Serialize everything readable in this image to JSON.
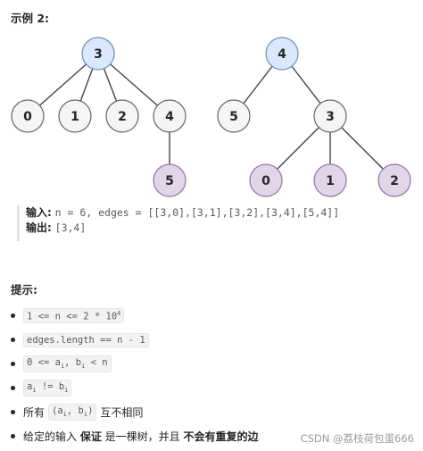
{
  "example_heading": "示例 2:",
  "tree": {
    "nodes": [
      {
        "id": "n3a",
        "label": "3",
        "style": "root"
      },
      {
        "id": "n0a",
        "label": "0",
        "style": "plain"
      },
      {
        "id": "n1a",
        "label": "1",
        "style": "plain"
      },
      {
        "id": "n2a",
        "label": "2",
        "style": "plain"
      },
      {
        "id": "n4a",
        "label": "4",
        "style": "plain"
      },
      {
        "id": "n5a",
        "label": "5",
        "style": "purple"
      },
      {
        "id": "n4b",
        "label": "4",
        "style": "root"
      },
      {
        "id": "n5b",
        "label": "5",
        "style": "plain"
      },
      {
        "id": "n3b",
        "label": "3",
        "style": "plain"
      },
      {
        "id": "n0b",
        "label": "0",
        "style": "purple"
      },
      {
        "id": "n1b",
        "label": "1",
        "style": "purple"
      },
      {
        "id": "n2b",
        "label": "2",
        "style": "purple"
      }
    ],
    "edges": [
      [
        "n3a",
        "n0a"
      ],
      [
        "n3a",
        "n1a"
      ],
      [
        "n3a",
        "n2a"
      ],
      [
        "n3a",
        "n4a"
      ],
      [
        "n4a",
        "n5a"
      ],
      [
        "n4b",
        "n5b"
      ],
      [
        "n4b",
        "n3b"
      ],
      [
        "n3b",
        "n0b"
      ],
      [
        "n3b",
        "n1b"
      ],
      [
        "n3b",
        "n2b"
      ]
    ],
    "colors": {
      "root_fill": "#dae8fc",
      "root_stroke": "#6c8ebf",
      "plain_fill": "#f5f5f5",
      "plain_stroke": "#666666",
      "purple_fill": "#e1d5e7",
      "purple_stroke": "#9673a6",
      "edge": "#444444"
    }
  },
  "io": {
    "input_label": "输入:",
    "input_value": "n = 6, edges = [[3,0],[3,1],[3,2],[3,4],[5,4]]",
    "output_label": "输出:",
    "output_value": "[3,4]"
  },
  "tips_heading": "提示:",
  "tips": {
    "t1_prefix": "1 <= n <= 2 * 10",
    "t1_exp": "4",
    "t2": "edges.length == n - 1",
    "t3_a": "0 <= a",
    "t3_i": "i",
    "t3_b": ", b",
    "t3_i2": "i",
    "t3_c": " < n",
    "t4_a": "a",
    "t4_i": "i",
    "t4_b": " != b",
    "t4_i2": "i",
    "t5_pre": "所有",
    "t5_a": "(a",
    "t5_i": "i",
    "t5_b": ", b",
    "t5_i2": "i",
    "t5_c": ")",
    "t5_post": "互不相同",
    "t6_pre": "给定的输入 ",
    "t6_bold1": "保证",
    "t6_mid": " 是一棵树，并且 ",
    "t6_bold2": "不会有重复的边"
  },
  "watermark": "CSDN @荔枝荷包蛋666"
}
